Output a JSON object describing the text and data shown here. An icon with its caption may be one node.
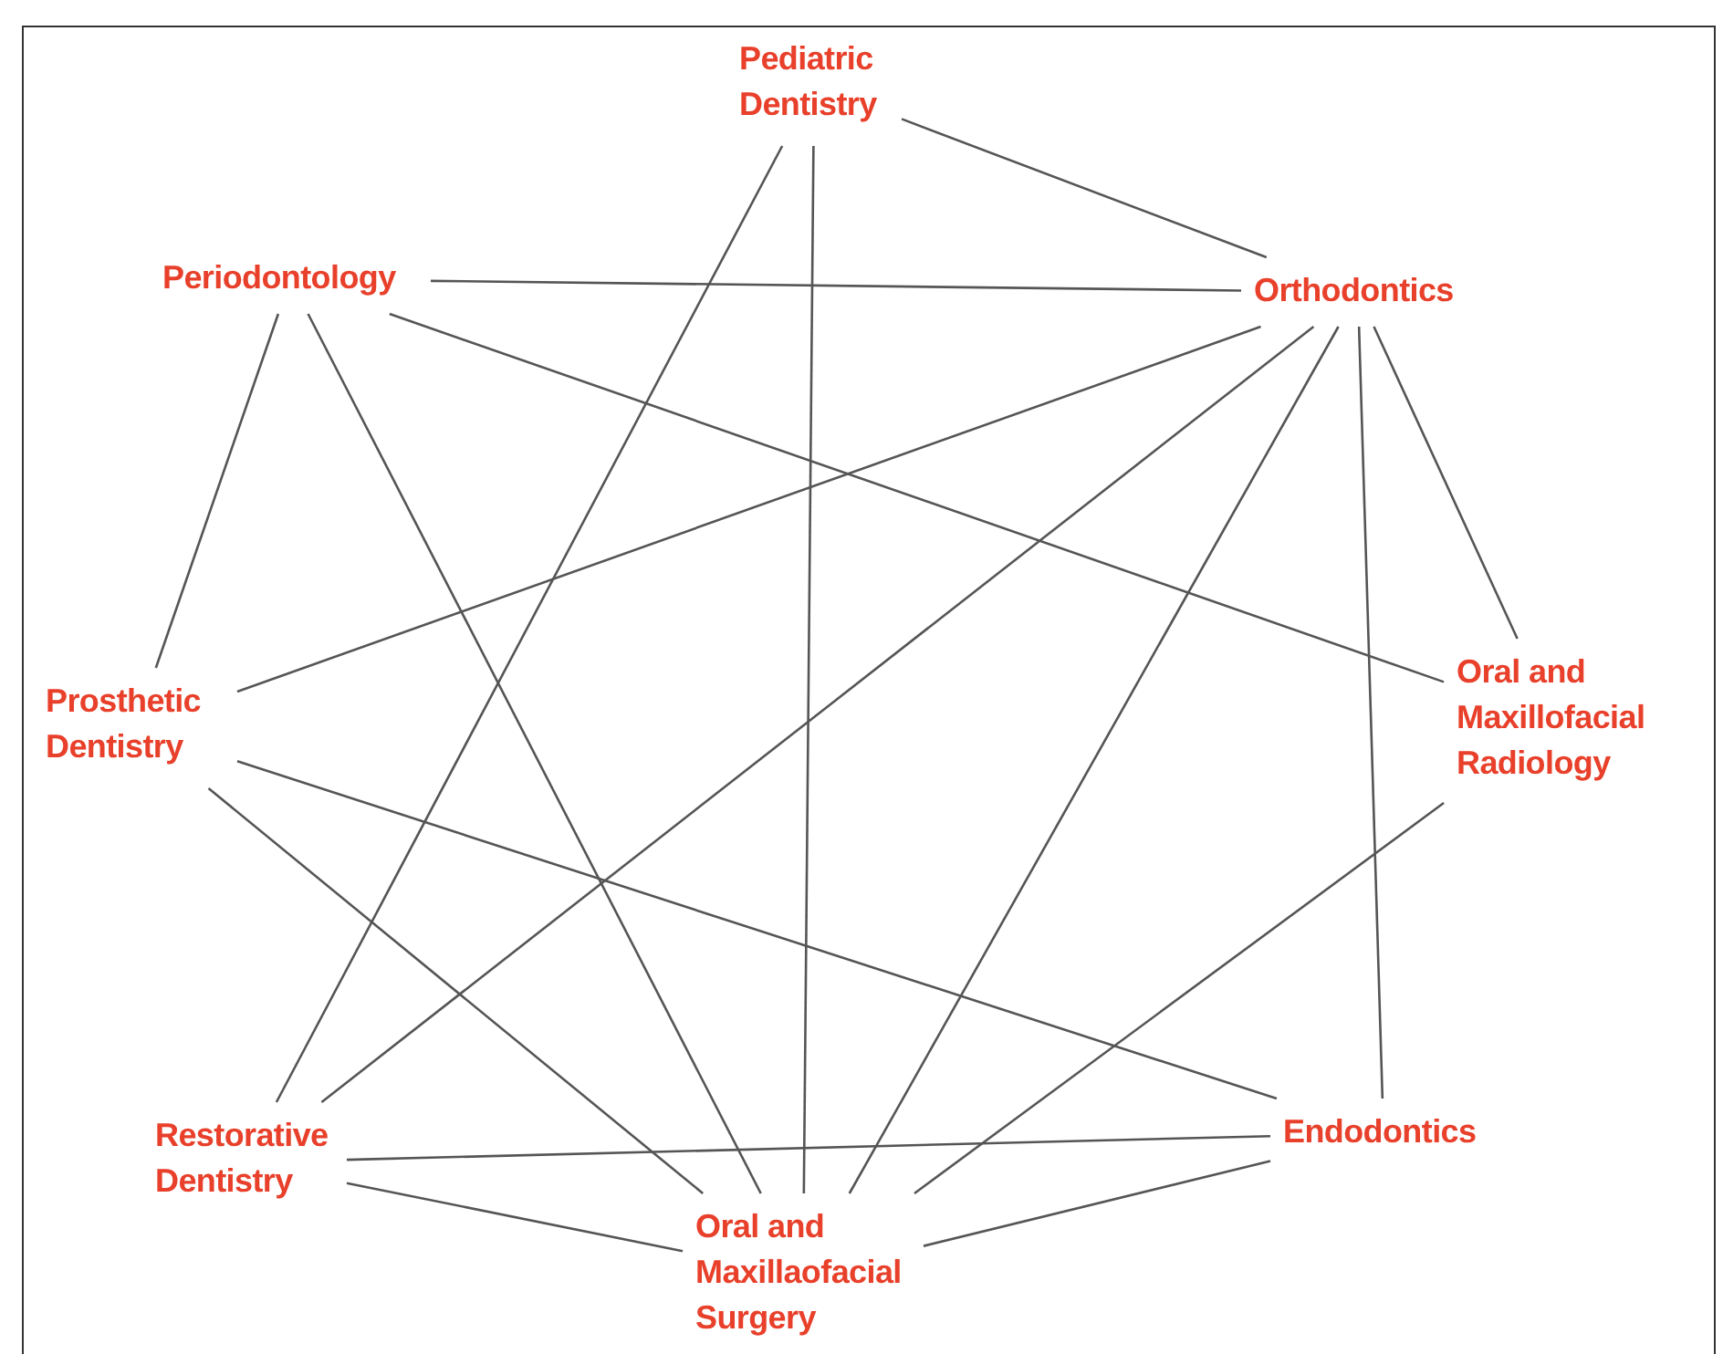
{
  "diagram": {
    "nodes": [
      {
        "text": [
          "Pediatric Dentistry"
        ]
      },
      {
        "text": [
          "Periodontology"
        ]
      },
      {
        "text": [
          "Orthodontics"
        ]
      },
      {
        "text": [
          "Prosthetic Dentistry"
        ]
      },
      {
        "text": [
          "Oral and Maxillofacial Radiology"
        ]
      },
      {
        "text": [
          "Restorative Dentistry"
        ]
      },
      {
        "text": [
          "Endodontics"
        ]
      },
      {
        "text": [
          "Oral and Maxillaofacial Surgery"
        ]
      }
    ],
    "edges": [
      {
        "from": 0,
        "to": 2,
        "arrow": "none"
      },
      {
        "from": 0,
        "to": 5,
        "arrow": "none"
      },
      {
        "from": 0,
        "to": 7,
        "arrow": "none"
      },
      {
        "from": 1,
        "to": 2,
        "arrow": "none"
      },
      {
        "from": 1,
        "to": 3,
        "arrow": "none"
      },
      {
        "from": 1,
        "to": 7,
        "arrow": "none"
      },
      {
        "from": 1,
        "to": 4,
        "arrow": "none"
      },
      {
        "from": 2,
        "to": 3,
        "arrow": "none"
      },
      {
        "from": 2,
        "to": 5,
        "arrow": "none"
      },
      {
        "from": 2,
        "to": 7,
        "arrow": "none"
      },
      {
        "from": 2,
        "to": 6,
        "arrow": "none"
      },
      {
        "from": 2,
        "to": 4,
        "arrow": "none"
      },
      {
        "from": 3,
        "to": 6,
        "arrow": "none"
      },
      {
        "from": 3,
        "to": 7,
        "arrow": "none"
      },
      {
        "from": 4,
        "to": 7,
        "arrow": "none"
      },
      {
        "from": 5,
        "to": 6,
        "arrow": "none"
      },
      {
        "from": 5,
        "to": 7,
        "arrow": "none"
      },
      {
        "from": 6,
        "to": 7,
        "arrow": "none"
      }
    ]
  }
}
